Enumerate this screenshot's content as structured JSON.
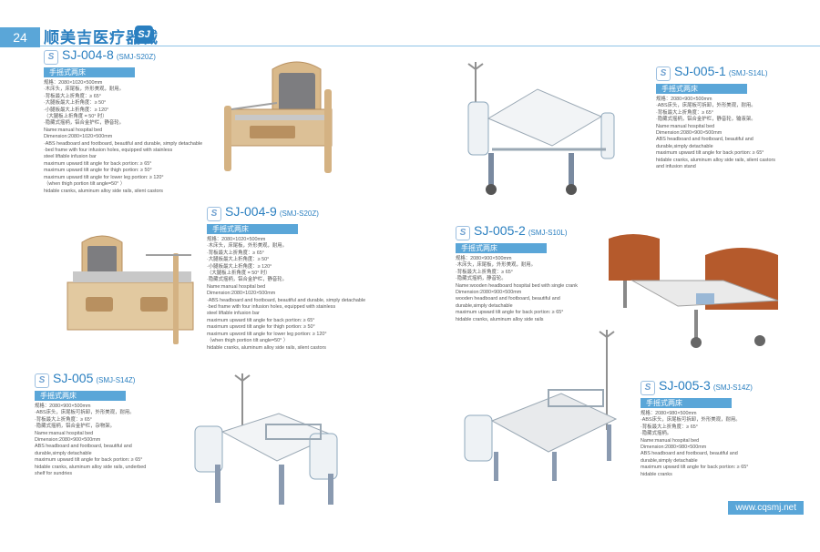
{
  "header": {
    "page_number": "24",
    "brand": "顺美吉医疗器械",
    "brand_logo": "SJ"
  },
  "footer": {
    "website": "www.cqsmj.net"
  },
  "products": [
    {
      "model": "SJ-004-8",
      "code": "(SMJ-S20Z)",
      "category": "手摇式两床",
      "lines": [
        "规格：2080×1020×500mm",
        "·木床头，床尾板，外形美观，耐用。",
        "·背板最大上折角度：≥ 65°",
        "·大腿板最大上折角度：≥ 50°",
        "·小腿板最大上折角度：≥ 120°",
        "（大腿板上折角度 = 50° 时）",
        "·隐藏式摇柄，铝合金护栏，静音轮。",
        "Name:manual hospital bed",
        "Dimension:2080×1020×500mm",
        "·ABS headboard and footboard, beautiful and durable, simply detachable",
        "·bed frame with four infusion holes, equipped with stainless",
        "steel liftable infusion bar",
        "maximum upward tilt angle for back portion: ≥ 65°",
        "maximum upward tilt angle for thigh portion: ≥ 50°",
        "maximum upward tilt angle for lower leg portion: ≥ 120°",
        "（when thigh portion tilt angle=50° ）",
        "hidable cranks, aluminum alloy side rails, silent castors"
      ]
    },
    {
      "model": "SJ-004-9",
      "code": "(SMJ-S20Z)",
      "category": "手摇式两床",
      "lines": [
        "规格：2080×1020×500mm",
        "·木床头，床尾板，外形美观，耐用。",
        "·背板最大上折角度：≥ 65°",
        "·大腿板最大上折角度：≥ 50°",
        "·小腿板最大上折角度：≥ 120°",
        "（大腿板上折角度 = 50° 时）",
        "·隐藏式摇柄，铝合金护栏，静音轮。",
        "Name:manual hospital bed",
        "Dimension:2080×1020×500mm",
        "·ABS headboard and footboard, beautiful and durable, simply detachable",
        "·bed frame with four infusion holes, equipped with stainless",
        "steel liftable infusion bar",
        "maximum upward tilt angle for back portion: ≥ 65°",
        "maximum upword tilt angle for thigh portion: ≥ 50°",
        "maximum upword tilt angle for lower leg portion: ≥ 120°",
        "（when thigh portion tilt angle=50° ）",
        "hidable cranks, aluminum alloy side rails, silent castors"
      ]
    },
    {
      "model": "SJ-005",
      "code": "(SMJ-S14Z)",
      "category": "手摇式两床",
      "lines": [
        "规格：2080×900×500mm",
        "·ABS床头，床尾板可拆卸，外形美观，耐用。",
        "·背板最大上折角度：≥ 65°",
        "·隐藏式摇柄，铝合金护栏，杂物架。",
        "Name:manual hospital bed",
        "Dimension:2080×900×500mm",
        "ABS headboard and footboard, beautiful and",
        "durable,simply detachable",
        "maximum upward tilt angle for back portion: ≥ 65°",
        "hidable cranks, aluminum alloy side rails, underbed",
        "shelf for sundries"
      ]
    },
    {
      "model": "SJ-005-1",
      "code": "(SMJ-S14L)",
      "category": "手摇式两床",
      "lines": [
        "规格：2080×900×500mm",
        "·ABS床头，床尾板可拆卸，外形美观，耐用。",
        "·背板最大上折角度：≥ 65°",
        "·隐藏式摇柄，铝合金护栏，静音轮，输液架。",
        "Name:manual hospital bed",
        "Dimension:2080×900×500mm",
        "ABS headboard and footboard, beautiful and",
        "durable,simply detachable",
        "maximum upward tilt angle for back portion: ≥ 65°",
        "hidable cranks, aluminum alloy side rails, silent castors",
        "and infusion stand"
      ]
    },
    {
      "model": "SJ-005-2",
      "code": "(SMJ-S10L)",
      "category": "手摇式两床",
      "lines": [
        "规格：2080×900×500mm",
        "·木床头，床尾板，外形美观，耐用。",
        "·背板最大上折角度：≥ 65°",
        "·隐藏式摇柄，静音轮。",
        "Name:wooden headboard hospital bed with single crank",
        "Dimension:2080×900×500mm",
        "wooden headboard and footboard, beautiful and",
        "durable,simply detachable",
        "maximum upward tilt angle for back portion: ≥ 65°",
        "hidable cranks, aluminum alloy side rails"
      ]
    },
    {
      "model": "SJ-005-3",
      "code": "(SMJ-S14Z)",
      "category": "手摇式两床",
      "lines": [
        "规格：2080×980×500mm",
        "·ABS床头，床尾板可拆卸，外形美观，耐用。",
        "·背板最大上折角度：≥ 65°",
        "·隐藏式摇柄。",
        "Name:manual hospital bed",
        "Dimension:2080×980×500mm",
        "ABS headboard and footboard, beautiful and",
        "durable,simply detachable",
        "maximum upward tilt angle for back portion: ≥ 65°",
        "hidable cranks"
      ]
    }
  ]
}
